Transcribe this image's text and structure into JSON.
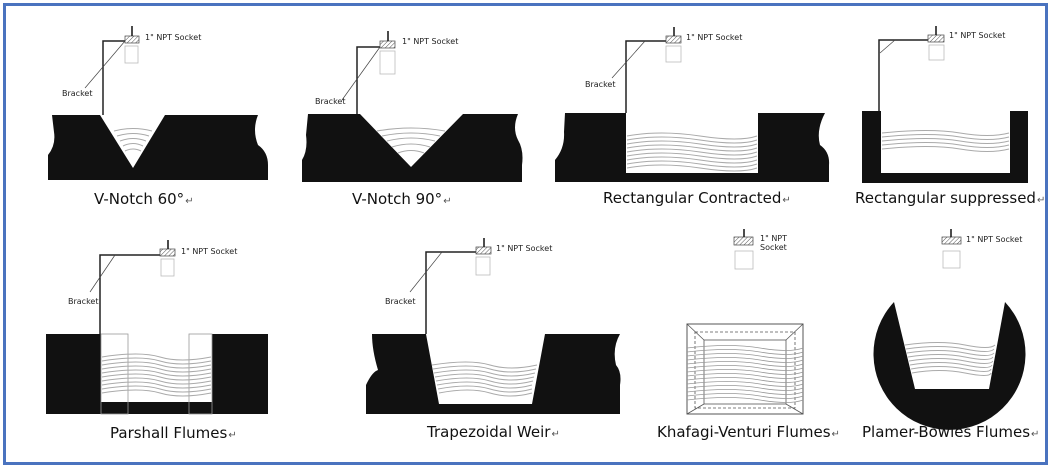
{
  "title": "Weir and flume types for ultrasonic open channel flow measurement",
  "labels": {
    "socket": "1\" NPT Socket",
    "socket_line1": "1\" NPT",
    "socket_line2": "Socket",
    "bracket": "Bracket"
  },
  "return_mark": "↵",
  "panels": [
    {
      "id": "v-notch-60",
      "caption": "V-Notch 60°",
      "has_bracket": true
    },
    {
      "id": "v-notch-90",
      "caption": "V-Notch 90°",
      "has_bracket": true
    },
    {
      "id": "rectangular-contracted",
      "caption": "Rectangular Contracted",
      "has_bracket": true
    },
    {
      "id": "rectangular-suppressed",
      "caption": "Rectangular suppressed",
      "has_bracket": true
    },
    {
      "id": "parshall-flumes",
      "caption": "Parshall Flumes",
      "has_bracket": true
    },
    {
      "id": "trapezoidal-weir",
      "caption": "Trapezoidal Weir",
      "has_bracket": true
    },
    {
      "id": "khafagi-venturi-flumes",
      "caption": "Khafagi-Venturi Flumes",
      "has_bracket": false
    },
    {
      "id": "plamer-bowles-flumes",
      "caption": "Plamer-Bowles Flumes",
      "has_bracket": false
    }
  ],
  "colors": {
    "frame": "#4a73bf",
    "ink": "#111111",
    "water": "#9a9a9a"
  }
}
